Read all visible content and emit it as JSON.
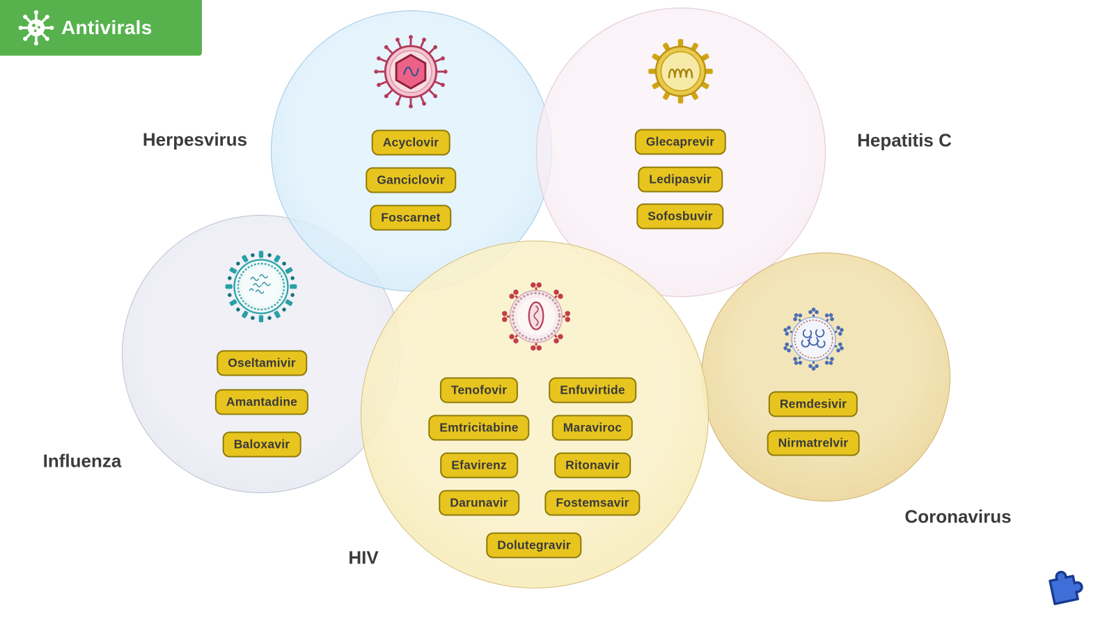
{
  "badge": {
    "title": "Antivirals"
  },
  "groups": [
    {
      "id": "herpesvirus",
      "label": "Herpesvirus",
      "drugs": [
        "Acyclovir",
        "Ganciclovir",
        "Foscarnet"
      ]
    },
    {
      "id": "hepatitis-c",
      "label": "Hepatitis C",
      "drugs": [
        "Glecaprevir",
        "Ledipasvir",
        "Sofosbuvir"
      ]
    },
    {
      "id": "influenza",
      "label": "Influenza",
      "drugs": [
        "Oseltamivir",
        "Amantadine",
        "Baloxavir"
      ]
    },
    {
      "id": "hiv",
      "label": "HIV",
      "columns": [
        [
          "Tenofovir",
          "Emtricitabine",
          "Efavirenz",
          "Darunavir"
        ],
        [
          "Enfuvirtide",
          "Maraviroc",
          "Ritonavir",
          "Fostemsavir"
        ]
      ],
      "bottom_drug": "Dolutegravir"
    },
    {
      "id": "coronavirus",
      "label": "Coronavirus",
      "drugs": [
        "Remdesivir",
        "Nirmatrelvir"
      ]
    }
  ],
  "icons": {
    "banner": "virus-icon",
    "herpesvirus": "herpesvirus-virion-icon",
    "hepatitis_c": "hepatitis-c-virion-icon",
    "influenza": "influenza-virion-icon",
    "hiv": "hiv-virion-icon",
    "coronavirus": "coronavirus-virion-icon",
    "watermark": "puzzle-icon"
  },
  "colors": {
    "banner_green": "#57b24e",
    "pill_fill": "#e8c51e",
    "pill_border": "#8e7a0a",
    "label_text": "#3b3b3b",
    "herpes_circle": "#d7ebf8",
    "hepatitis_circle": "#f7e9f0",
    "influenza_circle": "#e7e9f1",
    "hiv_circle": "#f7ecbb",
    "coronavirus_circle": "#ecd9a8"
  }
}
